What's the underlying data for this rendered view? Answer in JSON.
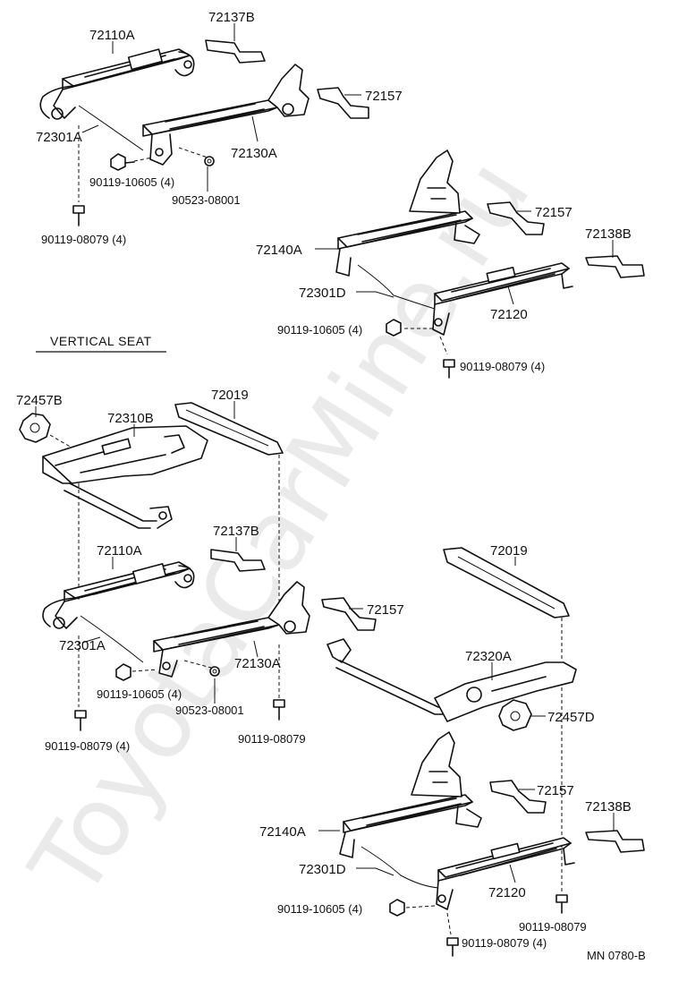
{
  "watermark": "ToyotaCarMine.ru",
  "section_header": "VERTICAL SEAT",
  "footer_code": "MN 0780-B",
  "top_labels": {
    "l72110A": "72110A",
    "l72137B": "72137B",
    "l72157a": "72157",
    "l72301A": "72301A",
    "l72130A": "72130A",
    "l90119_10605": "90119-10605 (4)",
    "l90523": "90523-08001",
    "l90119_08079": "90119-08079 (4)",
    "l72157b": "72157",
    "l72138B": "72138B",
    "l72140A": "72140A",
    "l72301D": "72301D",
    "l72120": "72120",
    "l90119_10605b": "90119-10605 (4)",
    "l90119_08079b": "90119-08079 (4)"
  },
  "bottom_labels": {
    "l72457B": "72457B",
    "l72310B": "72310B",
    "l72019a": "72019",
    "l72110A": "72110A",
    "l72137B": "72137B",
    "l72157a": "72157",
    "l72301A": "72301A",
    "l72130A": "72130A",
    "l90119_10605": "90119-10605 (4)",
    "l90523": "90523-08001",
    "l90119_08079a": "90119-08079 (4)",
    "l90119_08079": "90119-08079",
    "l72019b": "72019",
    "l72320A": "72320A",
    "l72457D": "72457D",
    "l72157b": "72157",
    "l72138B": "72138B",
    "l72140A": "72140A",
    "l72301D": "72301D",
    "l72120": "72120",
    "l90119_10605b": "90119-10605 (4)",
    "l90119_08079c": "90119-08079",
    "l90119_08079d": "90119-08079 (4)"
  }
}
